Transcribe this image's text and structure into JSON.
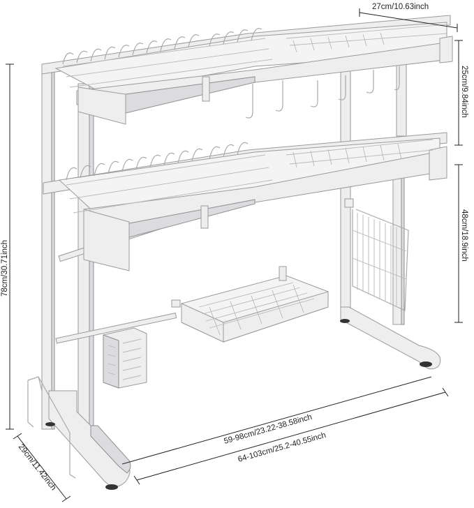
{
  "product_image": {
    "description_colors": {
      "metal": "#e9e9eb",
      "metal_edge": "#9a9a9e",
      "dimension_lines": "#222222",
      "background": "#ffffff"
    },
    "dimensions": {
      "top_depth": "27cm/10.63inch",
      "upper_tier_gap": "25cm/9.84inch",
      "lower_height": "48cm/18.9inch",
      "total_height": "78cm/30.71inch",
      "inner_width": "59-98cm/23.22-38.58inch",
      "outer_width": "64-103cm/25.2-40.55inch",
      "base_depth": "29cm/11.42inch"
    }
  }
}
